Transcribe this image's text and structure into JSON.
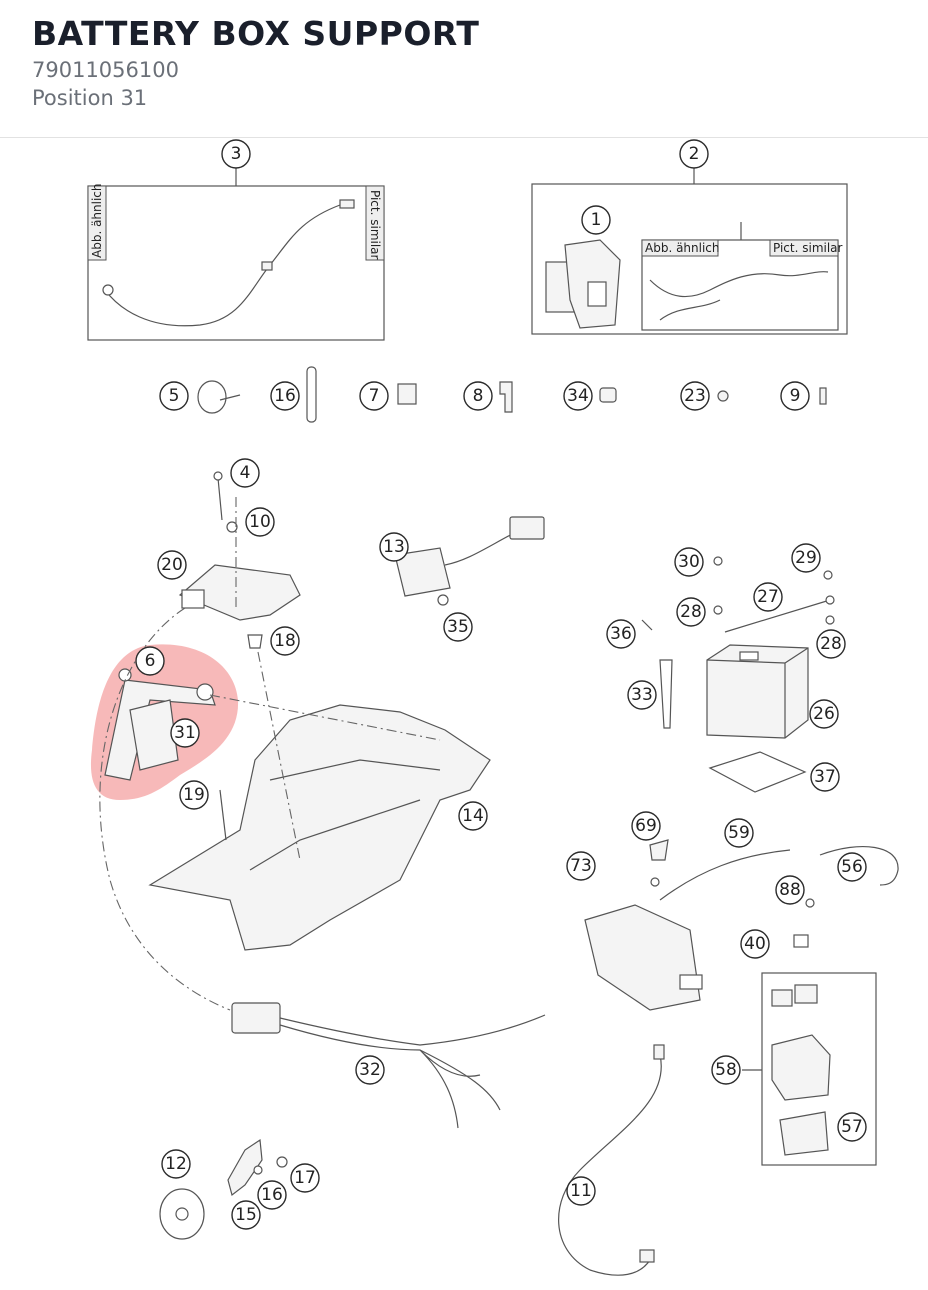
{
  "header": {
    "title": "BATTERY BOX SUPPORT",
    "part_number": "79011056100",
    "position": "Position 31"
  },
  "diagram": {
    "highlight_color": "#f08080",
    "tags": {
      "de": "Abb. ähnlich",
      "en": "Pict. similar",
      "group": "#2"
    },
    "callouts": [
      "1",
      "2",
      "3",
      "4",
      "5",
      "6",
      "7",
      "8",
      "9",
      "10",
      "11",
      "12",
      "13",
      "14",
      "15",
      "16",
      "16",
      "17",
      "18",
      "19",
      "20",
      "23",
      "26",
      "27",
      "28",
      "28",
      "29",
      "30",
      "31",
      "32",
      "33",
      "34",
      "35",
      "36",
      "37",
      "40",
      "56",
      "57",
      "58",
      "59",
      "69",
      "73",
      "88"
    ]
  }
}
